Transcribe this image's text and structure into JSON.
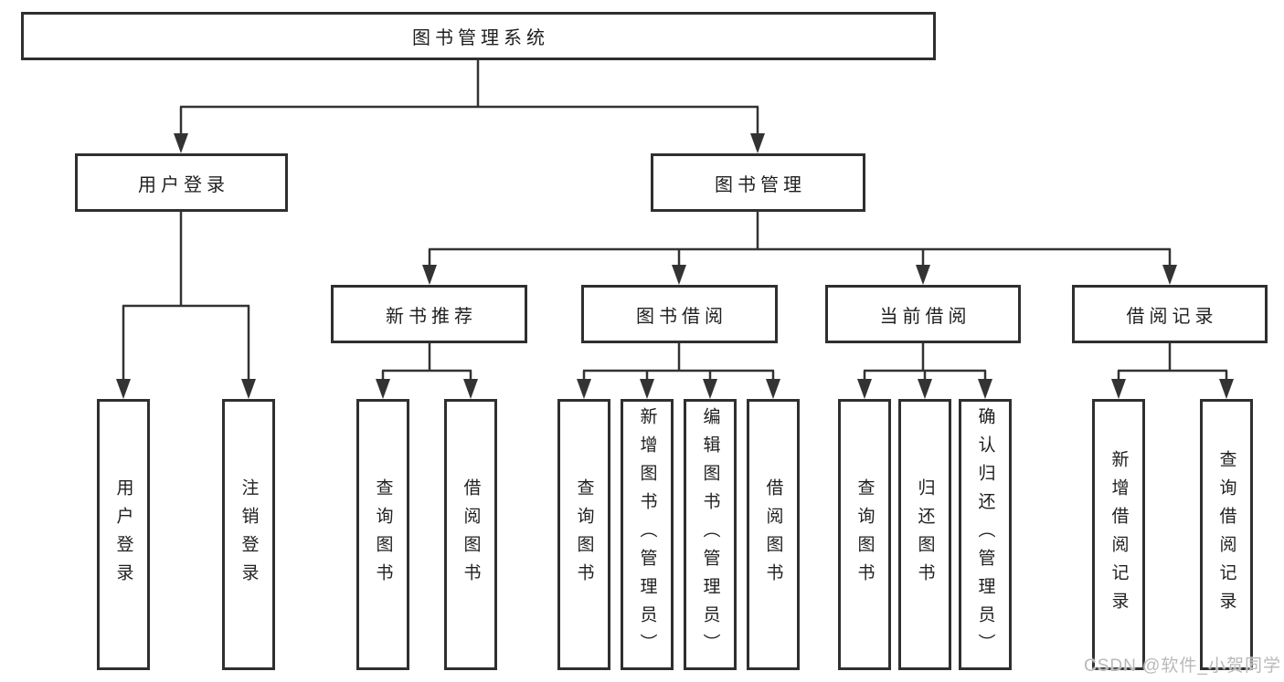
{
  "root": {
    "label": "图书管理系统"
  },
  "branches": [
    {
      "label": "用户登录",
      "children": [
        "用户登录",
        "注销登录"
      ]
    },
    {
      "label": "图书管理",
      "sections": [
        {
          "label": "新书推荐",
          "children": [
            "查询图书",
            "借阅图书"
          ]
        },
        {
          "label": "图书借阅",
          "children": [
            "查询图书",
            "新增图书（管理员）",
            "编辑图书（管理员）",
            "借阅图书"
          ]
        },
        {
          "label": "当前借阅",
          "children": [
            "查询图书",
            "归还图书",
            "确认归还（管理员）"
          ]
        },
        {
          "label": "借阅记录",
          "children": [
            "新增借阅记录",
            "查询借阅记录"
          ]
        }
      ]
    }
  ],
  "watermark": {
    "text": "CSDN @软件_小贺同学"
  },
  "colors": {
    "line": "#333333",
    "box_border": "#2f2f2f",
    "text": "#1f1f1f",
    "background": "#ffffff",
    "watermark": "#b9b9b9"
  }
}
